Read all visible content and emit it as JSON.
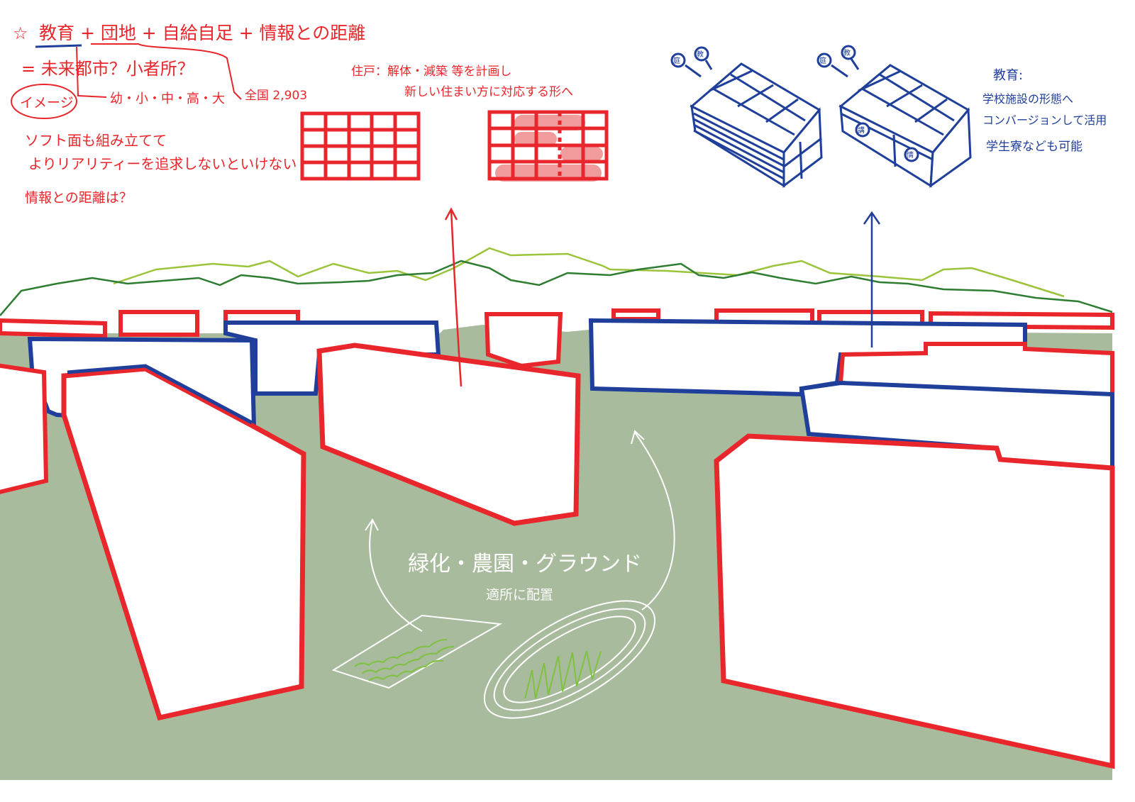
{
  "notes_left": {
    "title_star": "☆",
    "title": "教育 + 団地 + 自給自足 + 情報との距離",
    "line2": "= 未来都市？小者所？",
    "image_label": "イメージ",
    "schools": "幼・小・中・高・大",
    "national_count": "全国 2,903",
    "line4": "ソフト面も組み立てて",
    "line5": "よりリアリティーを追求しないといけない",
    "line6": "情報との距離は？"
  },
  "notes_housing": {
    "line1": "住戸：解体・減築 等を計画し",
    "line2": "新しい住まい方に対応する形へ"
  },
  "notes_education": {
    "heading": "教育:",
    "line1": "学校施設の形態へ",
    "line2": "コンバージョンして活用",
    "line3": "学生寮なども可能"
  },
  "building_tags": {
    "tag_a": "庭",
    "tag_b": "教",
    "tag_c": "講",
    "tag_d": "情"
  },
  "ground_notes": {
    "line1": "緑化・農園・グラウンド",
    "line2": "適所に配置"
  },
  "colors": {
    "red": "#e8262b",
    "blue": "#1f3f9a",
    "ground": "#a9bb9d",
    "hill_light": "#9cc43a",
    "hill_dark": "#2e7d32",
    "pink": "#f19c9c"
  }
}
